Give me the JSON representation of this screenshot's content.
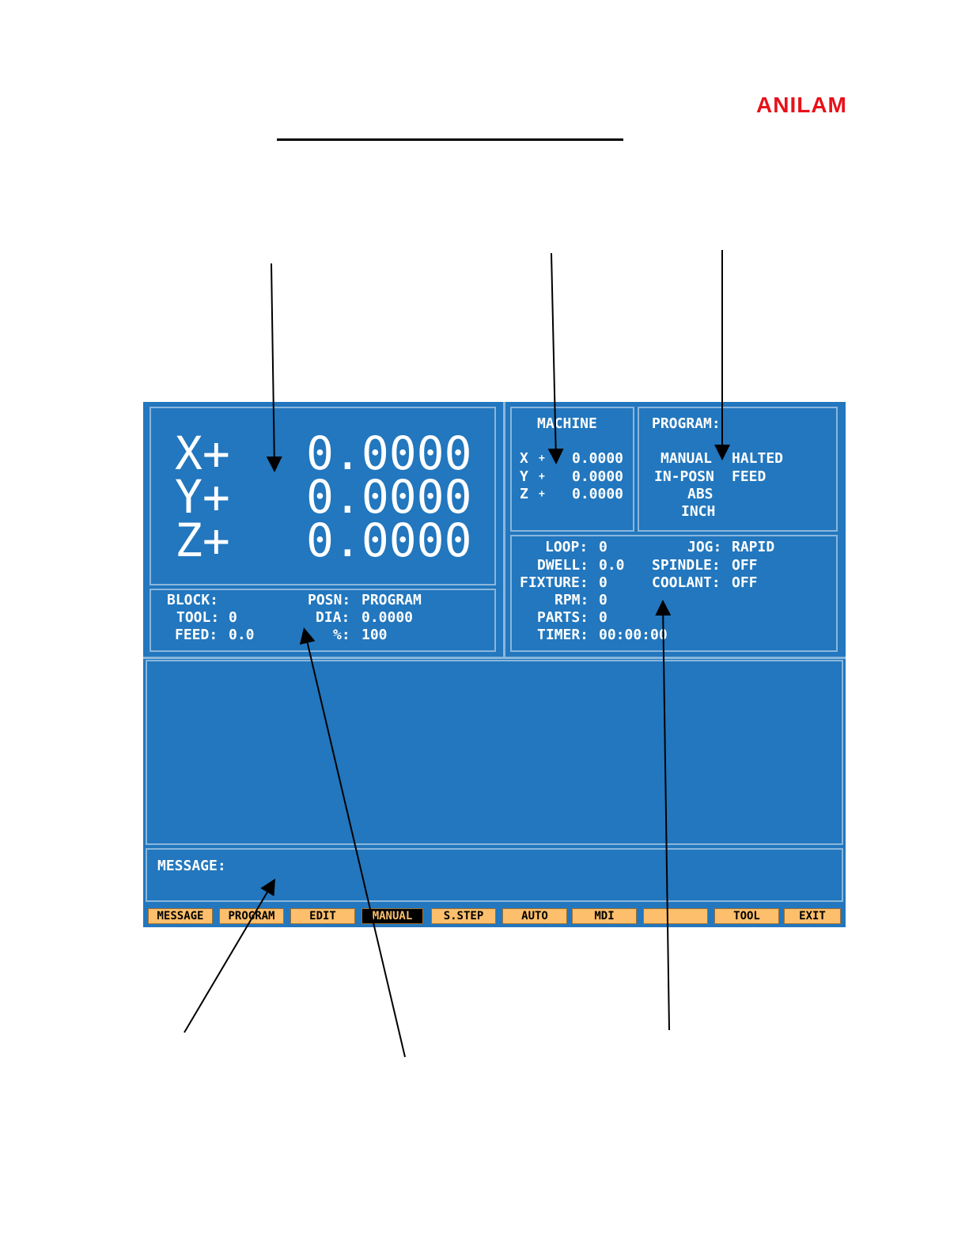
{
  "logo": "ANILAM",
  "dro": {
    "axes": [
      {
        "label": "X+",
        "value": "0.0000"
      },
      {
        "label": "Y+",
        "value": "0.0000"
      },
      {
        "label": "Z+",
        "value": "0.0000"
      }
    ]
  },
  "info_left": {
    "block_label": "BLOCK:",
    "tool_label": "TOOL:",
    "tool_value": "0",
    "feed_label": "FEED:",
    "feed_value": "0.0",
    "posn_label": "POSN:",
    "posn_value": "PROGRAM",
    "dia_label": "DIA:",
    "dia_value": "0.0000",
    "pct_label": "%:",
    "pct_value": "100"
  },
  "machine": {
    "title": "MACHINE",
    "rows": [
      {
        "axis": "X",
        "sign": "+",
        "value": "0.0000"
      },
      {
        "axis": "Y",
        "sign": "+",
        "value": "0.0000"
      },
      {
        "axis": "Z",
        "sign": "+",
        "value": "0.0000"
      }
    ]
  },
  "program": {
    "title": "PROGRAM:",
    "mode": "MANUAL",
    "mode_state": "HALTED",
    "position": "IN-POSN",
    "position_state": "FEED",
    "coord": "ABS",
    "units": "INCH"
  },
  "status": {
    "loop_label": "LOOP:",
    "loop_value": "0",
    "dwell_label": "DWELL:",
    "dwell_value": "0.0",
    "fixture_label": "FIXTURE:",
    "fixture_value": "0",
    "rpm_label": "RPM:",
    "rpm_value": "0",
    "parts_label": "PARTS:",
    "parts_value": "0",
    "timer_label": "TIMER:",
    "timer_value": "00:00:00",
    "jog_label": "JOG:",
    "jog_value": "RAPID",
    "spindle_label": "SPINDLE:",
    "spindle_value": "OFF",
    "coolant_label": "COOLANT:",
    "coolant_value": "OFF"
  },
  "message": {
    "label": "MESSAGE:"
  },
  "softkeys": [
    "MESSAGE",
    "PROGRAM",
    "EDIT",
    "MANUAL",
    "S.STEP",
    "AUTO",
    "MDI",
    "",
    "TOOL",
    "EXIT"
  ],
  "active_softkey": "MANUAL",
  "colors": {
    "screen_bg": "#2277be",
    "panel_border": "#8ab6dc",
    "softkey_bg": "#fdbf6b",
    "logo": "#e8101a"
  }
}
